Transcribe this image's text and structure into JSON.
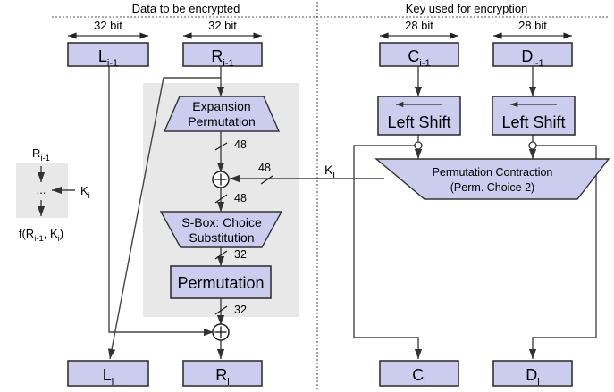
{
  "diagram": {
    "title_left": "Data to be encrypted",
    "title_right": "Key used for encryption",
    "colors": {
      "block_fill": "#ccccee",
      "block_stroke": "#333333",
      "band_fill": "#e8e8e8",
      "wire": "#444444",
      "background": "#ffffff"
    }
  },
  "widths": {
    "left_data": "32 bit",
    "right_data": "32 bit",
    "left_key": "28 bit",
    "right_key": "28 bit"
  },
  "registers": {
    "l_prev": "L",
    "l_prev_sub": "i-1",
    "r_prev": "R",
    "r_prev_sub": "i-1",
    "c_prev": "C",
    "c_prev_sub": "i-1",
    "d_prev": "D",
    "d_prev_sub": "i-1",
    "l_out": "L",
    "l_out_sub": "i",
    "r_out": "R",
    "r_out_sub": "i",
    "c_out": "C",
    "c_out_sub": "i",
    "d_out": "D",
    "d_out_sub": "i"
  },
  "nodes": {
    "expansion_line1": "Expansion",
    "expansion_line2": "Permutation",
    "sbox_line1": "S-Box: Choice",
    "sbox_line2": "Substitution",
    "permutation": "Permutation",
    "left_shift_1": "Left Shift",
    "left_shift_2": "Left Shift",
    "perm_contraction_line1": "Permutation Contraction",
    "perm_contraction_line2": "(Perm. Choice 2)"
  },
  "bitlabels": {
    "after_expansion": "48",
    "key_into_xor": "48",
    "after_xor": "48",
    "after_sbox": "32",
    "after_permutation": "32"
  },
  "subkey": {
    "label": "K",
    "sub": "i"
  },
  "legend": {
    "input": "R",
    "input_sub": "i-1",
    "dots": "...",
    "key": "K",
    "key_sub": "i",
    "output_prefix": "f(R",
    "output_sub1": "i-1",
    "output_mid": ", K",
    "output_sub2": "i",
    "output_suffix": ")"
  }
}
